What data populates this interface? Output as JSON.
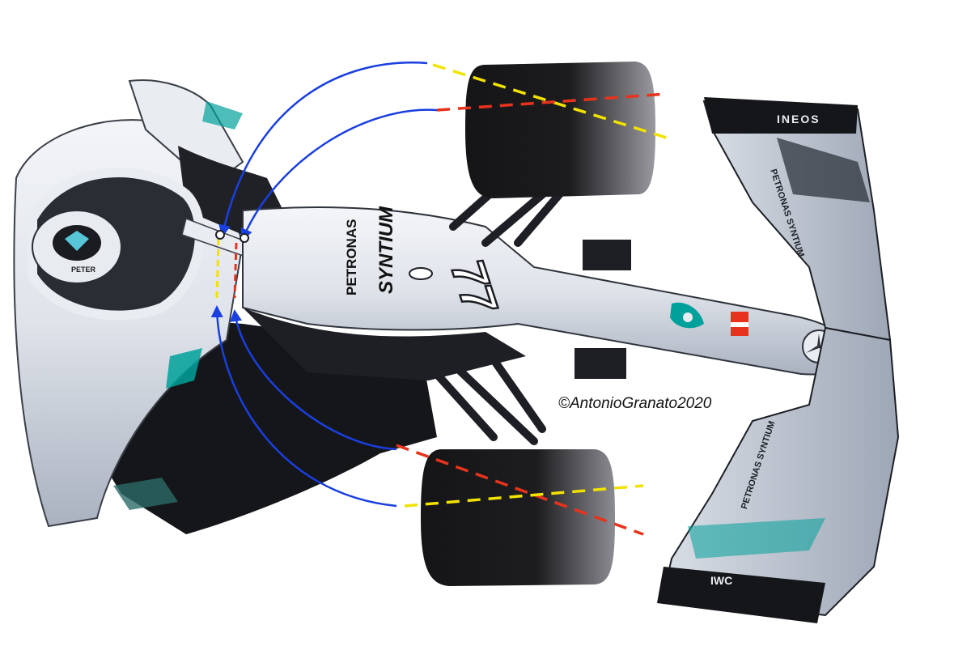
{
  "labels": {
    "sponsor_petronas": "PETRONAS",
    "sponsor_syntium": "SYNTIUM",
    "sponsor_ineos": "INEOS",
    "sponsor_iwc": "IWC",
    "wing_text_upper": "PETRONAS SYNTIUM",
    "wing_text_lower": "PETRONAS SYNTIUM",
    "car_number": "77",
    "helmet_text": "PETER",
    "watermark": "©AntonioGranato2020"
  },
  "colors": {
    "background": "#ffffff",
    "body_silver": "#dfe3ea",
    "body_shade": "#a9b1bf",
    "carbon": "#15161a",
    "tyre": "#1b1b1d",
    "teal": "#00a19b",
    "red_guide": "#e8331c",
    "yellow_guide": "#f2e200",
    "blue_arrow": "#1a3fe0"
  },
  "icons": {
    "star": "mercedes-star-icon",
    "petronas": "petronas-logo-icon"
  }
}
